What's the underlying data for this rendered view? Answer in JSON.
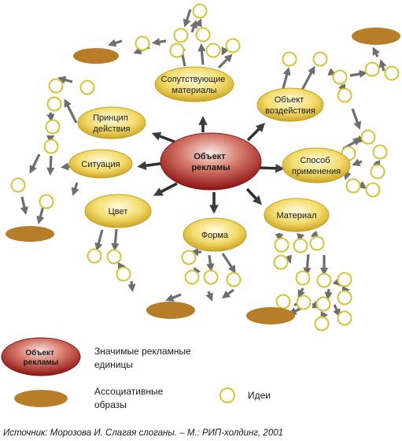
{
  "center": {
    "lines": [
      "Объект",
      "рекламы"
    ]
  },
  "nodes": [
    {
      "id": "soput",
      "lines": [
        "Сопутствующие",
        "материалы"
      ]
    },
    {
      "id": "obj",
      "lines": [
        "Объект",
        "воздействия"
      ]
    },
    {
      "id": "princip",
      "lines": [
        "Принцип",
        "действия"
      ]
    },
    {
      "id": "situacia",
      "lines": [
        "Ситуация"
      ]
    },
    {
      "id": "sposob",
      "lines": [
        "Способ",
        "применения"
      ]
    },
    {
      "id": "cvet",
      "lines": [
        "Цвет"
      ]
    },
    {
      "id": "forma",
      "lines": [
        "Форма"
      ]
    },
    {
      "id": "material",
      "lines": [
        "Материал"
      ]
    }
  ],
  "legend": {
    "center_sample": [
      "Объект",
      "рекламы"
    ],
    "significant_units": [
      "Значимые рекламные",
      "единицы"
    ],
    "associative_images": [
      "Ассоциативные",
      "образы"
    ],
    "ideas": "Идеи"
  },
  "source": "Источник: Морозова И. Слагая слоганы. – М.: РИП-холдинг, 2001",
  "colors": {
    "center_red": "#9b1b1b",
    "node_gold": "#d6b52f",
    "brown_ellipse": "#b87d28",
    "idea_ring": "#d8c23a",
    "arrow": "#3c3c3c",
    "arrow_gray": "#6e6e6e"
  }
}
